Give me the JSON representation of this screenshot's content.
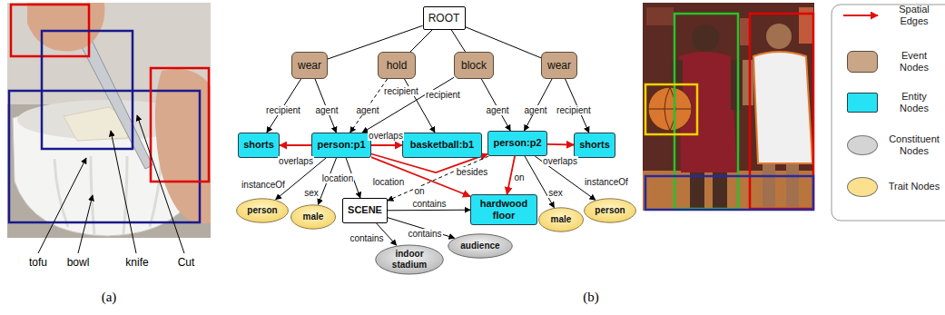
{
  "diagram": {
    "nodes": [
      {
        "text": [
          "ROOT"
        ]
      },
      {
        "text": [
          "wear"
        ]
      },
      {
        "text": [
          "hold"
        ]
      },
      {
        "text": [
          "block"
        ]
      },
      {
        "text": [
          "wear"
        ]
      },
      {
        "text": [
          "shorts"
        ]
      },
      {
        "text": [
          "person:p1"
        ]
      },
      {
        "text": [
          "basketball:b1"
        ]
      },
      {
        "text": [
          "person:p2"
        ]
      },
      {
        "text": [
          "shorts"
        ]
      },
      {
        "text": [
          "person"
        ]
      },
      {
        "text": [
          "male"
        ]
      },
      {
        "text": [
          "SCENE"
        ]
      },
      {
        "text": [
          "hardwood floor"
        ]
      },
      {
        "text": [
          "male"
        ]
      },
      {
        "text": [
          "person"
        ]
      },
      {
        "text": [
          "indoor stadium"
        ]
      },
      {
        "text": [
          "audience"
        ]
      }
    ],
    "edges": [
      {
        "from": 0,
        "to": 1,
        "arrow": "none"
      },
      {
        "from": 0,
        "to": 2,
        "arrow": "none"
      },
      {
        "from": 0,
        "to": 3,
        "arrow": "none"
      },
      {
        "from": 0,
        "to": 4,
        "arrow": "none"
      },
      {
        "from": 1,
        "to": 5,
        "label": "recipient",
        "arrow": "to"
      },
      {
        "from": 1,
        "to": 6,
        "label": "agent",
        "arrow": "to"
      },
      {
        "from": 2,
        "to": 6,
        "label": "agent",
        "arrow": "to"
      },
      {
        "from": 2,
        "to": 7,
        "label": "recipient",
        "arrow": "to"
      },
      {
        "from": 3,
        "to": 6,
        "label": "recipient",
        "arrow": "to"
      },
      {
        "from": 3,
        "to": 8,
        "label": "agent",
        "arrow": "to"
      },
      {
        "from": 4,
        "to": 8,
        "label": "agent",
        "arrow": "to"
      },
      {
        "from": 4,
        "to": 9,
        "label": "recipient",
        "arrow": "to"
      },
      {
        "from": 6,
        "to": 5,
        "label": "overlaps",
        "arrow": "to"
      },
      {
        "from": 6,
        "to": 7,
        "label": "overlaps",
        "arrow": "to"
      },
      {
        "from": 6,
        "to": 8,
        "label": "besides",
        "arrow": "to"
      },
      {
        "from": 8,
        "to": 9,
        "label": "overlaps",
        "arrow": "to"
      },
      {
        "from": 6,
        "to": 13,
        "label": "on",
        "arrow": "to"
      },
      {
        "from": 8,
        "to": 13,
        "label": "on",
        "arrow": "to"
      },
      {
        "from": 6,
        "to": 10,
        "label": "instanceOf",
        "arrow": "to"
      },
      {
        "from": 6,
        "to": 11,
        "label": "sex",
        "arrow": "to"
      },
      {
        "from": 6,
        "to": 12,
        "label": "location",
        "arrow": "to"
      },
      {
        "from": 8,
        "to": 12,
        "label": "location",
        "arrow": "to"
      },
      {
        "from": 12,
        "to": 13,
        "label": "contains",
        "arrow": "to"
      },
      {
        "from": 12,
        "to": 16,
        "label": "contains",
        "arrow": "to"
      },
      {
        "from": 12,
        "to": 17,
        "label": "contains",
        "arrow": "to"
      },
      {
        "from": 8,
        "to": 14,
        "label": "sex",
        "arrow": "to"
      },
      {
        "from": 8,
        "to": 15,
        "label": "instanceOf",
        "arrow": "to"
      }
    ],
    "labels": [
      "tofu",
      "bowl",
      "knife",
      "Cut",
      "(a)",
      "(b)"
    ],
    "legend": [
      {
        "text": "Spatial Edges"
      },
      {
        "text": "Event Nodes",
        "color": "#c9a687"
      },
      {
        "text": "Entity Nodes",
        "color": "#25e3f4"
      },
      {
        "text": "Constituent Nodes",
        "color": "#d4d4d4"
      },
      {
        "text": "Trait Nodes",
        "color": "#fbe08e"
      }
    ]
  }
}
